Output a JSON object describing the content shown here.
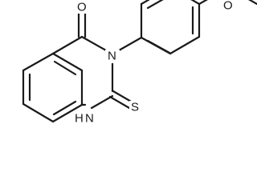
{
  "molecule": {
    "atoms": {
      "oxygen_ketone": "O",
      "oxygen_ether": "O",
      "nitrogen_3": "N",
      "nitrogen_1": "N",
      "hydrogen_1": "H",
      "sulfur": "S"
    }
  }
}
